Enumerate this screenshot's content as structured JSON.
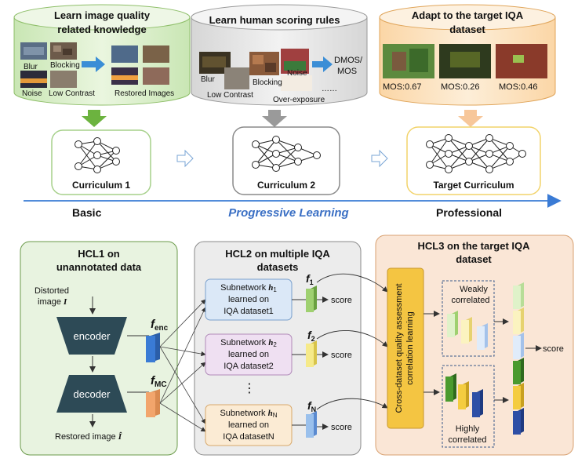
{
  "top": {
    "cyl1": {
      "title_line1": "Learn image quality",
      "title_line2": "related knowledge",
      "blur": "Blur",
      "blocking": "Blocking",
      "noise": "Noise",
      "low_contrast": "Low Contrast",
      "restored": "Restored Images"
    },
    "cyl2": {
      "title": "Learn human scoring rules",
      "blur": "Blur",
      "low_contrast": "Low Contrast",
      "blocking": "Blocking",
      "noise": "Noise",
      "over_exposure": "Over-exposure",
      "dmos": "DMOS/",
      "mos": "MOS",
      "ellipsis": "……"
    },
    "cyl3": {
      "title_line1": "Adapt to the target IQA",
      "title_line2": "dataset",
      "mos1": "MOS:0.67",
      "mos2": "MOS:0.26",
      "mos3": "MOS:0.46"
    },
    "curriculum1": "Curriculum 1",
    "curriculum2": "Curriculum 2",
    "curriculum3": "Target Curriculum",
    "basic": "Basic",
    "progressive": "Progressive Learning",
    "professional": "Professional"
  },
  "hcl1": {
    "title_line1": "HCL1 on",
    "title_line2": "unannotated data",
    "distorted_line1": "Distorted",
    "distorted_line2": "image",
    "distorted_sym": "I",
    "encoder": "encoder",
    "decoder": "decoder",
    "restored": "Restored image",
    "restored_sym": "Î",
    "f_enc": "f",
    "f_enc_sub": "enc",
    "f_mc": "f",
    "f_mc_sub": "MC"
  },
  "hcl2": {
    "title_line1": "HCL2 on multiple IQA",
    "title_line2": "datasets",
    "sub1": {
      "l1": "Subnetwork",
      "h": "h",
      "sub": "1",
      "l2": "learned on",
      "l3": "IQA dataset1",
      "f_sub": "1"
    },
    "sub2": {
      "l1": "Subnetwork",
      "h": "h",
      "sub": "2",
      "l2": "learned on",
      "l3": "IQA dataset2",
      "f_sub": "2"
    },
    "subN": {
      "l1": "Subnetwork",
      "h": "h",
      "sub": "N",
      "l2": "learned on",
      "l3": "IQA datasetN",
      "f_sub": "N"
    },
    "f": "f",
    "dots": "⋮",
    "score": "score"
  },
  "hcl3": {
    "title_line1": "HCL3 on the target IQA",
    "title_line2": "dataset",
    "cross_line1": "Cross-dataset quality assessment",
    "cross_line2": "correlation learning",
    "weakly_line1": "Weakly",
    "weakly_line2": "correlated",
    "highly_line1": "Highly",
    "highly_line2": "correlated",
    "score": "score"
  },
  "colors": {
    "green_panel": "#e8f3e0",
    "grey_panel": "#ececec",
    "orange_panel": "#fae6d6",
    "accent_blue": "#3a7bd5",
    "cross_yellow": "#f4c542"
  }
}
